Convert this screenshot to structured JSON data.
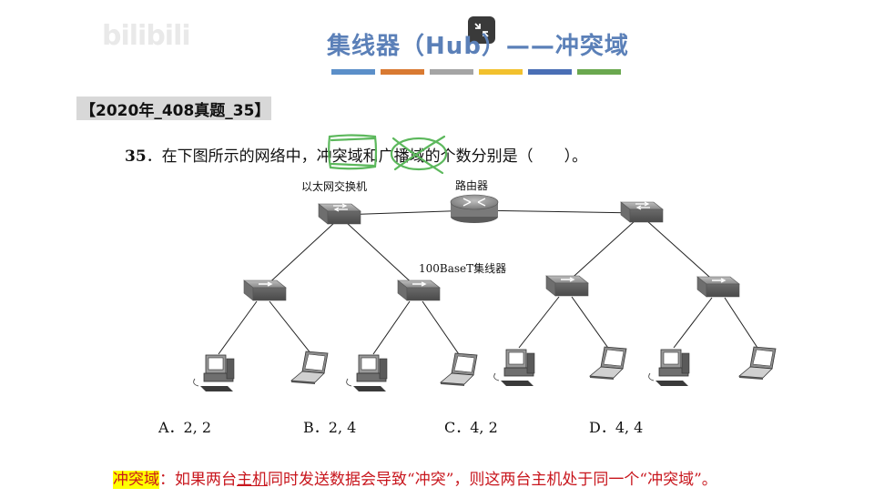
{
  "watermark": "bilibili",
  "slide": {
    "title": "集线器（Hub）——冲突域",
    "accent_bar_colors": [
      "#5b8fc9",
      "#d97a32",
      "#a5a5a5",
      "#f2c12e",
      "#4a6fb5",
      "#6aa84f"
    ],
    "exam_tag": "【2020年_408真题_35】"
  },
  "question": {
    "number": "35",
    "text_before": "．在下图所示的网络中，",
    "term1": "冲突域",
    "connector": "和",
    "term2": "广播域",
    "text_after": "的个数分别是（　　）。"
  },
  "diagram": {
    "switch_label": "以太网交换机",
    "router_label": "路由器",
    "hub_label": "100BaseT集线器"
  },
  "options": [
    "A．2, 2",
    "B．2, 4",
    "C．4, 2",
    "D．4, 4"
  ],
  "definition": {
    "term": "冲突域",
    "colon": "：",
    "text1": "如果两台",
    "underlined": "主机",
    "text2": "同时发送数据会导致“冲突”，则这两台主机处于同一个“冲突域”。"
  }
}
